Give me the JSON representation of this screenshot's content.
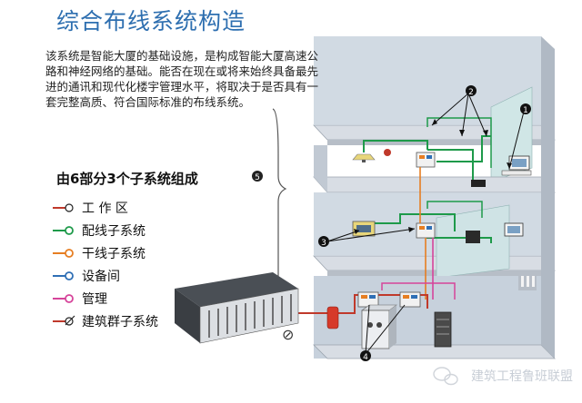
{
  "title": "综合布线系统构造",
  "intro": "该系统是智能大厦的基础设施，是构成智能大厦高速公路和神经网络的基础。能否在现在或将来始终具备最先进的通讯和现代化楼宇管理水平，将取决于是否具有一套完整高质、符合国际标准的布线系统。",
  "subtitle": "由6部分3个子系统组成",
  "legend": [
    {
      "label": "工 作 区",
      "color": "#c0392b"
    },
    {
      "label": "配线子系统",
      "color": "#1e9a4a"
    },
    {
      "label": "干线子系统",
      "color": "#e67e22"
    },
    {
      "label": "设备间",
      "color": "#2f6fb5"
    },
    {
      "label": "管理",
      "color": "#d6449a"
    },
    {
      "label": "建筑群子系统",
      "color": "#c0392b"
    }
  ],
  "callouts": [
    "1",
    "2",
    "3",
    "4",
    "5"
  ],
  "watermark": "建筑工程鲁班联盟"
}
